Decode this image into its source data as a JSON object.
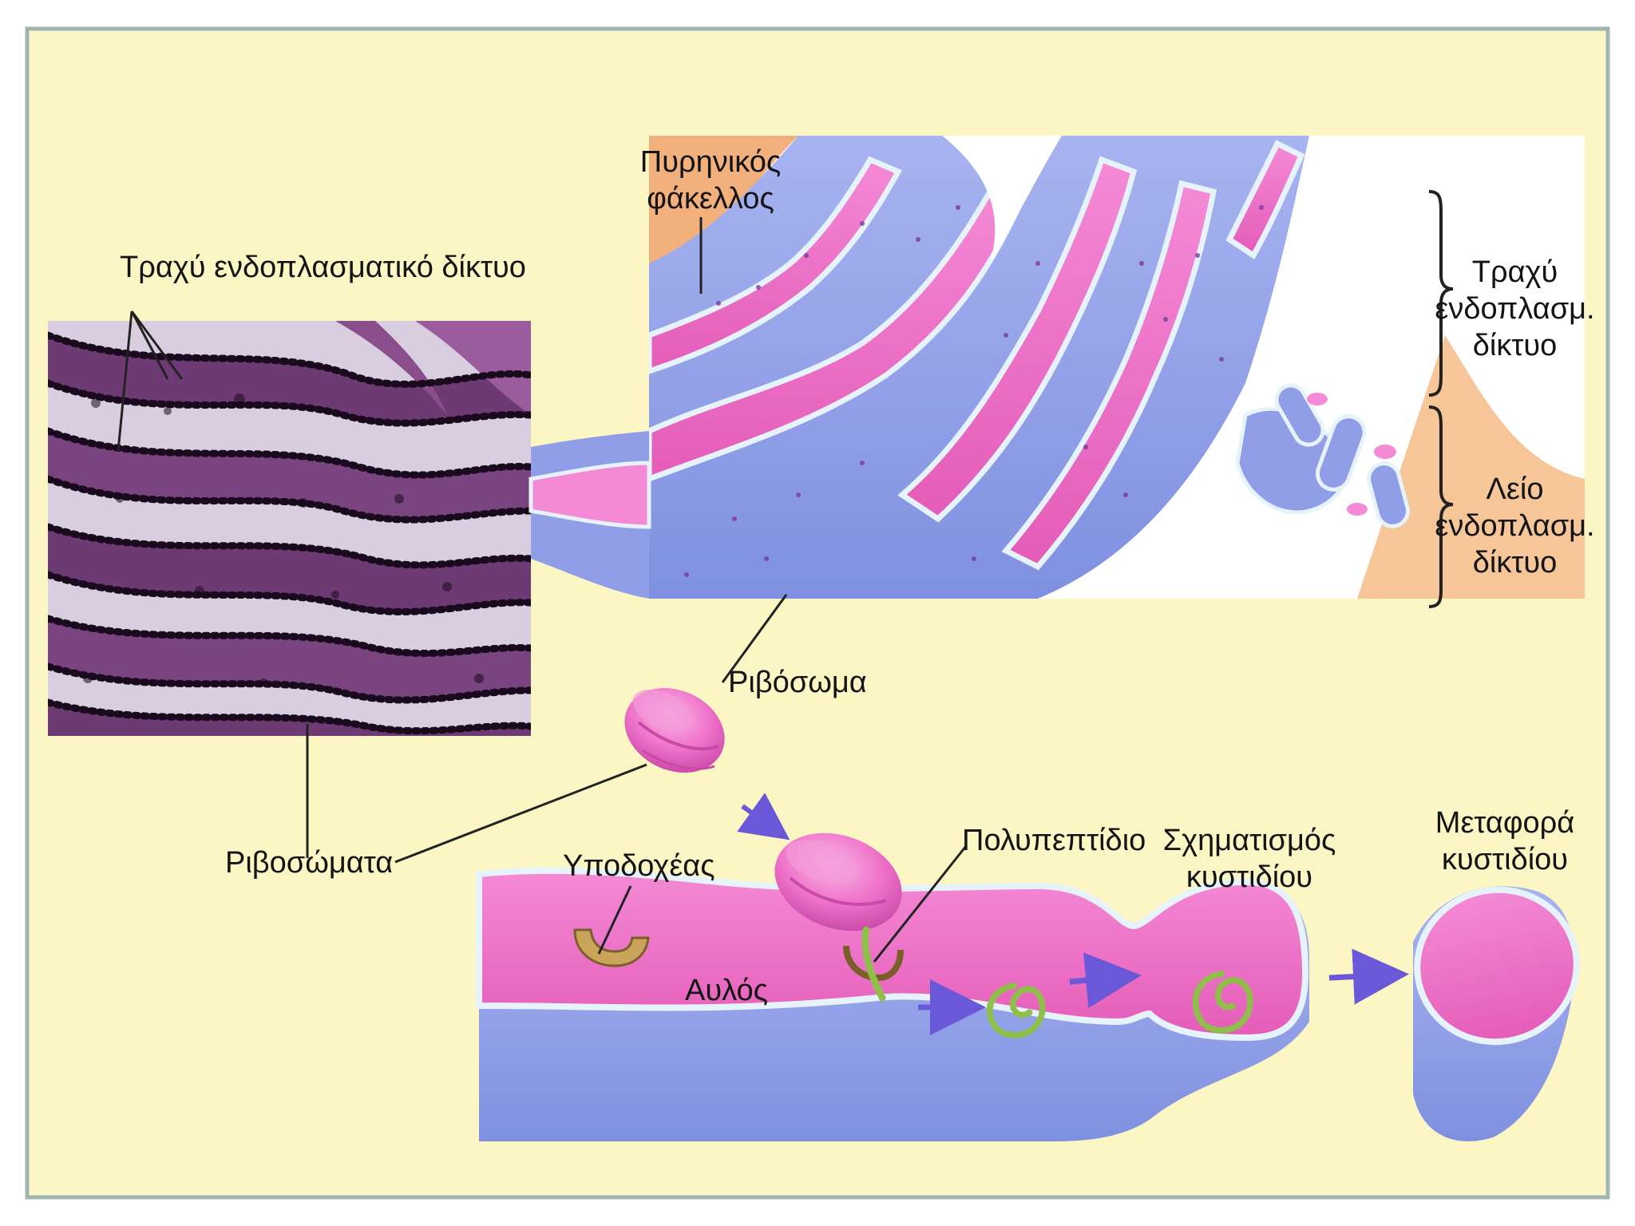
{
  "labels": {
    "rough_er_top": "Τραχύ ενδοπλασματικό δίκτυο",
    "nuclear_envelope_line1": "Πυρηνικός",
    "nuclear_envelope_line2": "φάκελλος",
    "rough_er_side_line1": "Τραχύ",
    "rough_er_side_line2": "ενδοπλασμ.",
    "rough_er_side_line3": "δίκτυο",
    "smooth_er_line1": "Λείο",
    "smooth_er_line2": "ενδοπλασμ.",
    "smooth_er_line3": "δίκτυο",
    "ribosome": "Ριβόσωμα",
    "ribosomes": "Ριβοσώματα",
    "receptor": "Υποδοχέας",
    "polypeptide": "Πολυπεπτίδιο",
    "vesicle_formation_line1": "Σχηματισμός",
    "vesicle_formation_line2": "κυστιδίου",
    "vesicle_transport_line1": "Μεταφορά",
    "vesicle_transport_line2": "κυστιδίου",
    "lumen": "Αυλός"
  },
  "colors": {
    "background": "#fbf6c4",
    "frame": "#9fb6b2",
    "membrane_pink": "#ee72c8",
    "membrane_blue": "#8f9ee6",
    "membrane_edge": "#dff0fb",
    "cytoplasm_orange": "#f2b07c",
    "micrograph_dark": "#2a1030",
    "micrograph_purple": "#8a4e8c",
    "arrow": "#6a58d8",
    "polypeptide_green": "#8fbf4a"
  }
}
